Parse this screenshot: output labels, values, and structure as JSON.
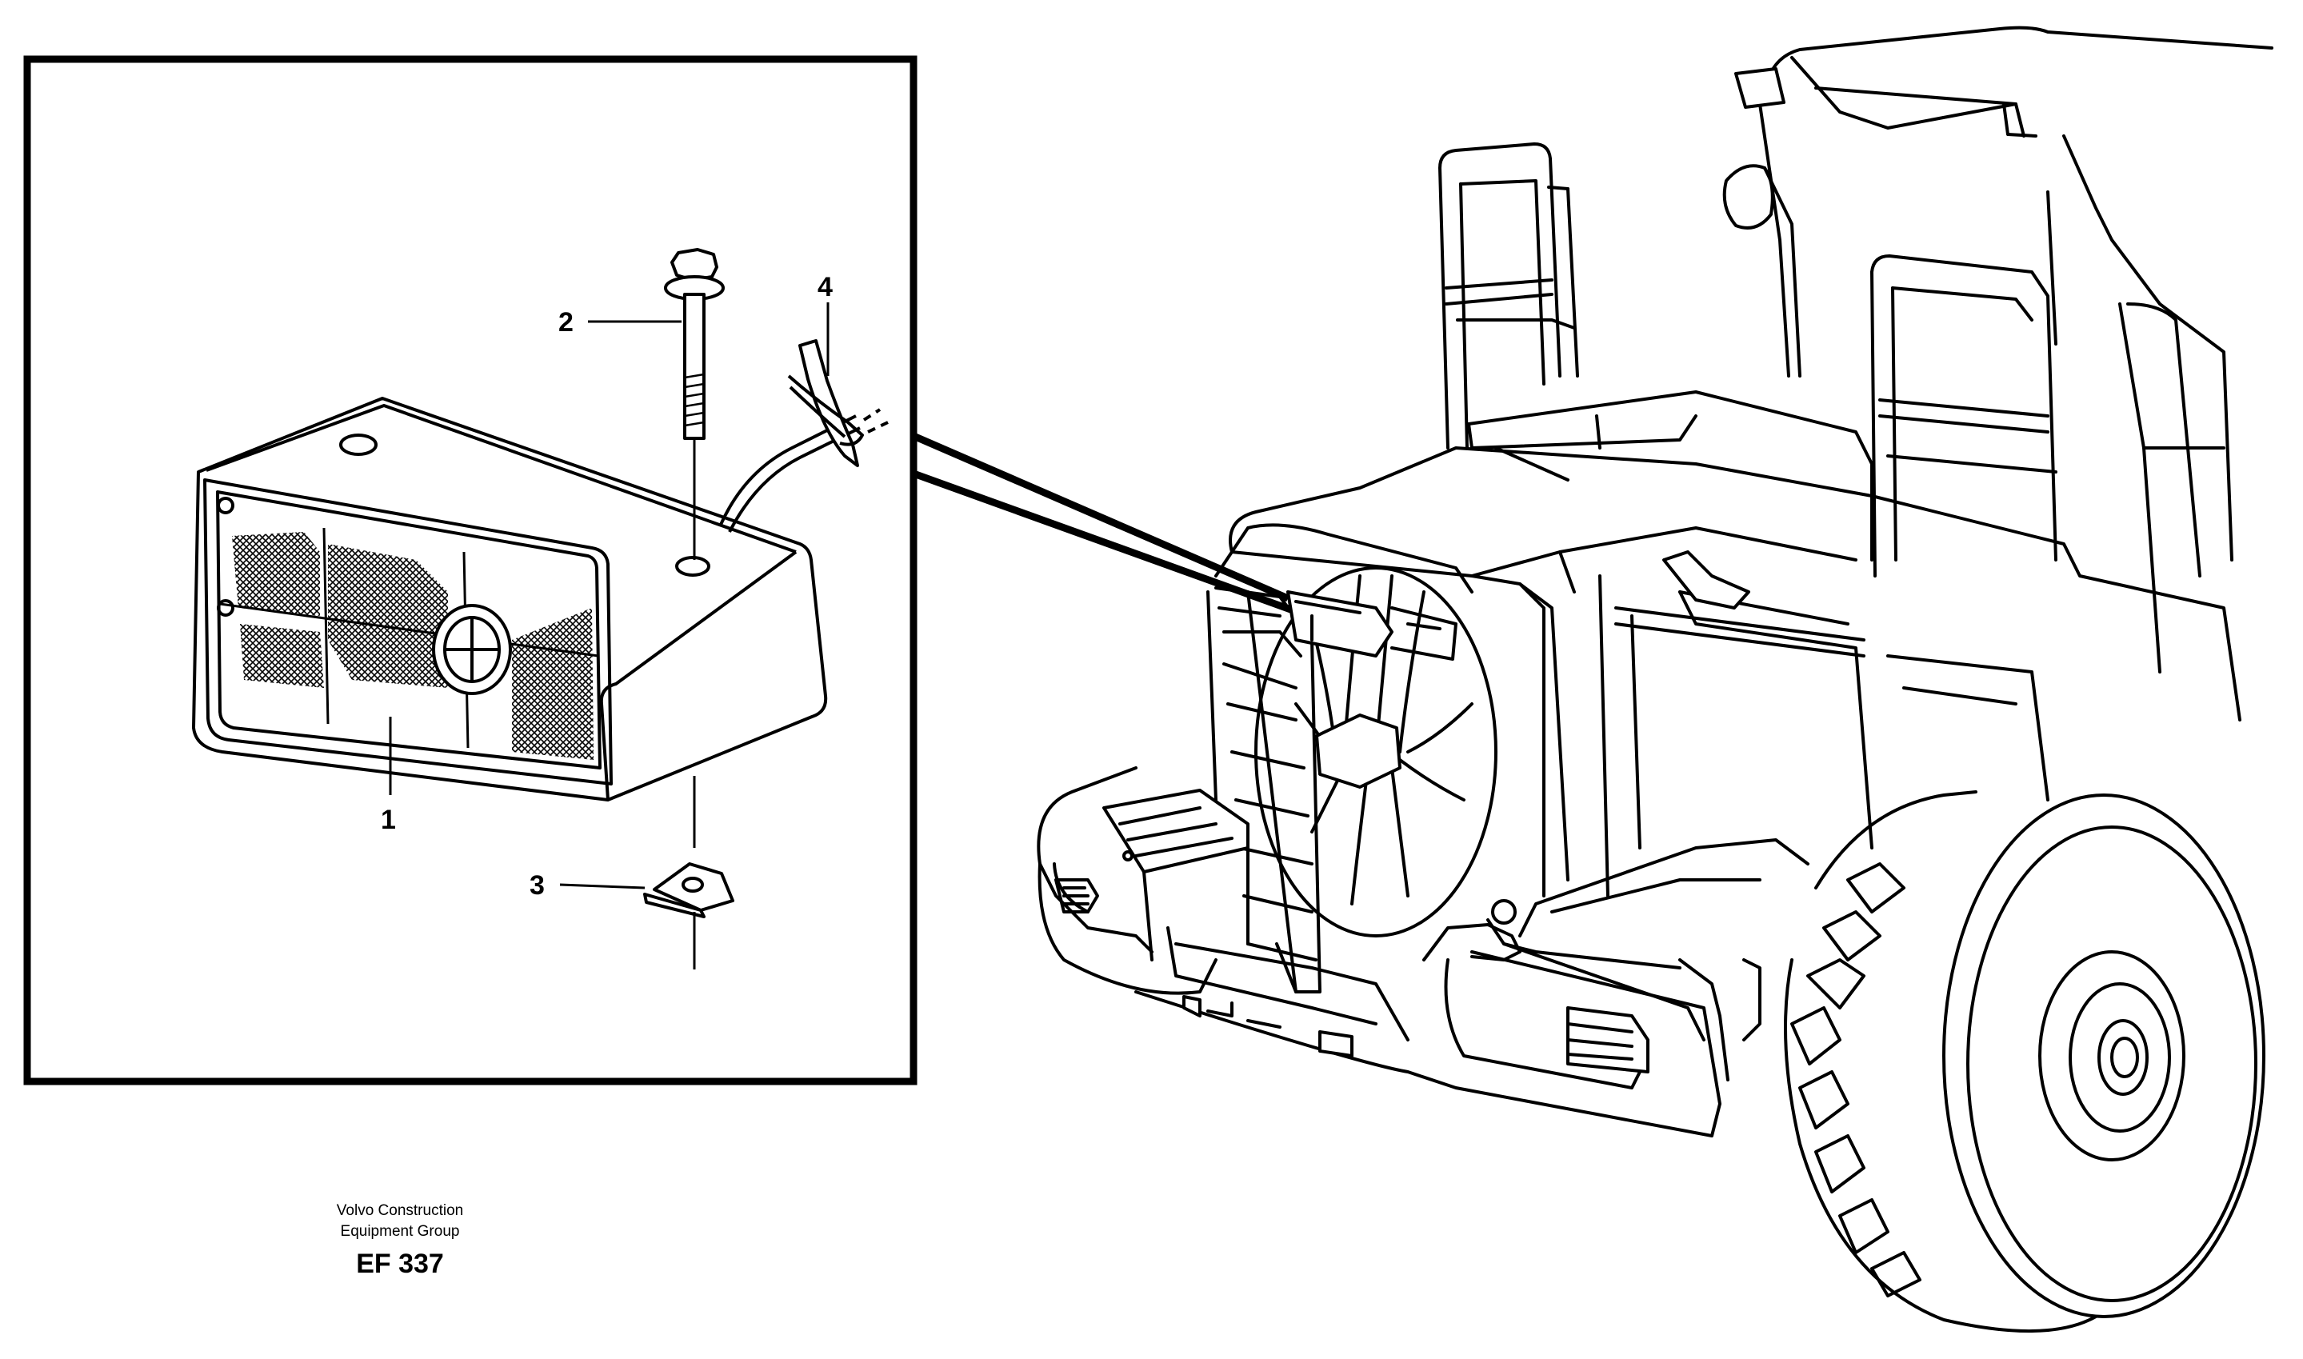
{
  "figure": {
    "callouts": [
      {
        "id": "1",
        "label": "1"
      },
      {
        "id": "2",
        "label": "2"
      },
      {
        "id": "3",
        "label": "3"
      },
      {
        "id": "4",
        "label": "4"
      }
    ],
    "caption": {
      "company": "Volvo Construction",
      "group": "Equipment Group",
      "code": "EF 337"
    }
  }
}
